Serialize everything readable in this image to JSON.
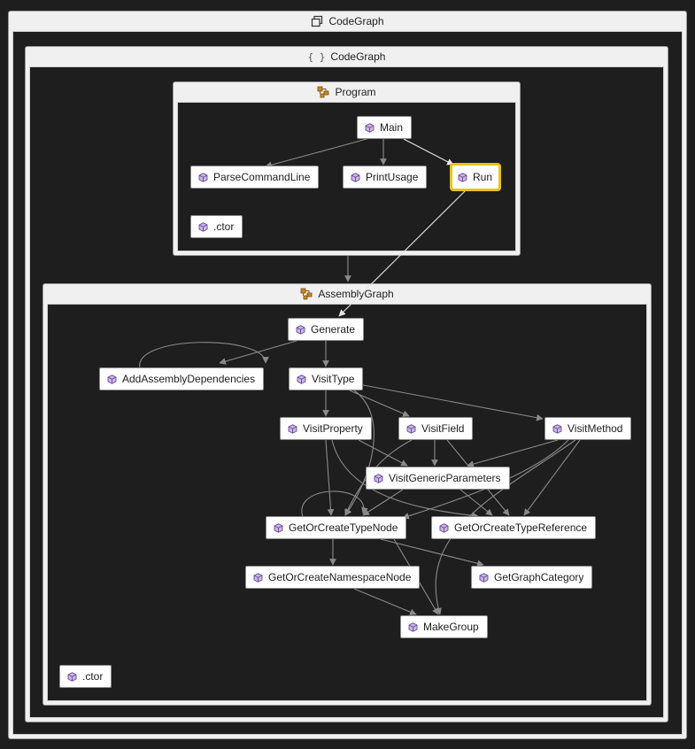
{
  "outer_group": {
    "label": "CodeGraph",
    "icon": "assembly-icon"
  },
  "namespace_group": {
    "label": "CodeGraph",
    "icon": "namespace-braces-icon"
  },
  "program_class": {
    "label": "Program",
    "icon": "class-icon",
    "nodes": {
      "main": "Main",
      "parse_command_line": "ParseCommandLine",
      "print_usage": "PrintUsage",
      "run": "Run",
      "ctor": ".ctor"
    }
  },
  "assembly_graph_class": {
    "label": "AssemblyGraph",
    "icon": "class-icon",
    "nodes": {
      "generate": "Generate",
      "add_assembly_dependencies": "AddAssemblyDependencies",
      "visit_type": "VisitType",
      "visit_property": "VisitProperty",
      "visit_field": "VisitField",
      "visit_method": "VisitMethod",
      "visit_generic_parameters": "VisitGenericParameters",
      "get_or_create_type_node": "GetOrCreateTypeNode",
      "get_or_create_type_reference": "GetOrCreateTypeReference",
      "get_or_create_namespace_node": "GetOrCreateNamespaceNode",
      "get_graph_category": "GetGraphCategory",
      "make_group": "MakeGroup",
      "ctor": ".ctor"
    }
  },
  "selected_node": "Run",
  "node_icon": "method-cube-icon",
  "colors": {
    "background": "#1e1e1e",
    "group_header": "#f0f0f0",
    "edge": "#8a8a8a",
    "selection": "#e8c21a",
    "method_icon": "#7b57a8"
  }
}
